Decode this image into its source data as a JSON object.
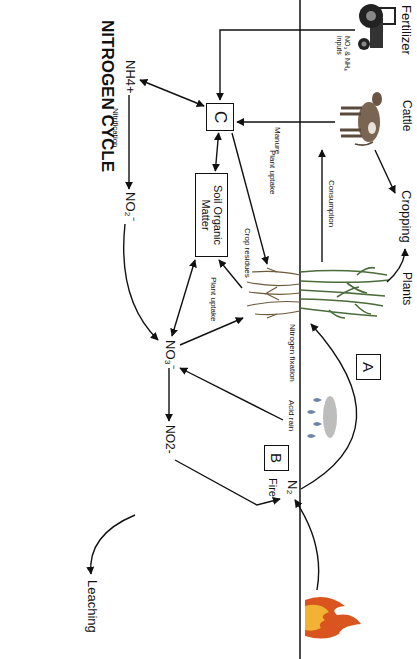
{
  "diagram": {
    "title": "NITROGEN CYCLE",
    "nodes": [
      {
        "text": [
          "A"
        ]
      },
      {
        "text": [
          "B"
        ]
      },
      {
        "text": [
          "C"
        ]
      },
      {
        "text": [
          "Soil Organic Matter"
        ]
      }
    ],
    "edges": [
      {
        "from": 2,
        "to": 3,
        "arrow": "both"
      }
    ],
    "labels": [
      "Fertilizer",
      "NO₃ & NH₄ inputs",
      "Cattle",
      "Cropping",
      "Plants",
      "Consumption",
      "Acid rain",
      "N₂",
      "Fire",
      "Nitrogen fixation",
      "Manure",
      "Plant uptake",
      "Crop residues",
      "Plant uptake",
      "NH4+",
      "Nitrification",
      "NO₂⁻",
      "NO₃⁻",
      "NO2-",
      "Leaching"
    ]
  }
}
